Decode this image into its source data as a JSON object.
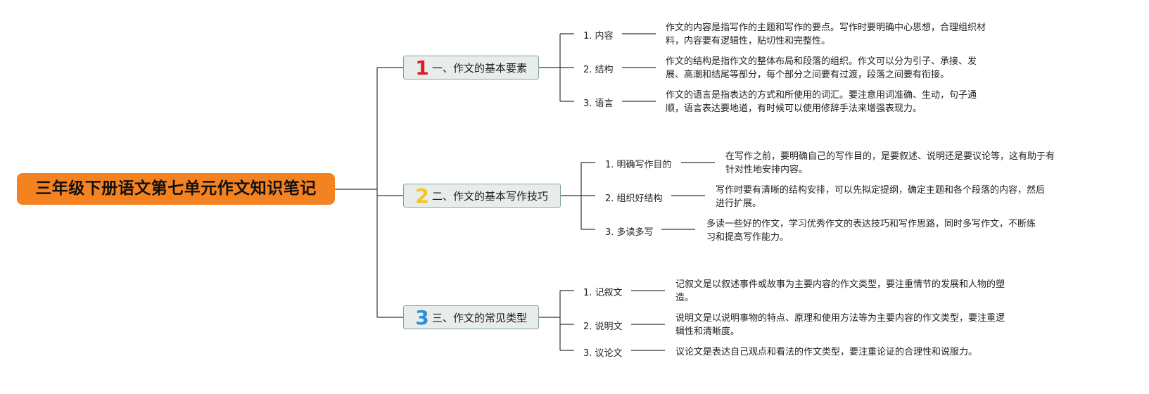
{
  "root": {
    "title": "三年级下册语文第七单元作文知识笔记",
    "color": "#f58220"
  },
  "branches": [
    {
      "num": "1",
      "num_color": "#e0192b",
      "label": "一、作文的基本要素",
      "items": [
        {
          "label": "1. 内容",
          "desc": "作文的内容是指写作的主题和写作的要点。写作时要明确中心思想，合理组织材料，内容要有逻辑性，贴切性和完整性。"
        },
        {
          "label": "2. 结构",
          "desc": "作文的结构是指作文的整体布局和段落的组织。作文可以分为引子、承接、发展、高潮和结尾等部分，每个部分之间要有过渡，段落之间要有衔接。"
        },
        {
          "label": "3. 语言",
          "desc": "作文的语言是指表达的方式和所使用的词汇。要注意用词准确、生动，句子通顺，语言表达要地道，有时候可以使用修辞手法来增强表现力。"
        }
      ]
    },
    {
      "num": "2",
      "num_color": "#f5c518",
      "label": "二、作文的基本写作技巧",
      "items": [
        {
          "label": "1. 明确写作目的",
          "desc": "在写作之前，要明确自己的写作目的，是要叙述、说明还是要议论等，这有助于有针对性地安排内容。"
        },
        {
          "label": "2. 组织好结构",
          "desc": "写作时要有清晰的结构安排，可以先拟定提纲，确定主题和各个段落的内容，然后进行扩展。"
        },
        {
          "label": "3. 多读多写",
          "desc": "多读一些好的作文，学习优秀作文的表达技巧和写作思路，同时多写作文，不断练习和提高写作能力。"
        }
      ]
    },
    {
      "num": "3",
      "num_color": "#2a8fd8",
      "label": "三、作文的常见类型",
      "items": [
        {
          "label": "1. 记叙文",
          "desc": "记叙文是以叙述事件或故事为主要内容的作文类型，要注重情节的发展和人物的塑造。"
        },
        {
          "label": "2. 说明文",
          "desc": "说明文是以说明事物的特点、原理和使用方法等为主要内容的作文类型，要注重逻辑性和清晰度。"
        },
        {
          "label": "3. 议论文",
          "desc": "议论文是表达自己观点和看法的作文类型，要注重论证的合理性和说服力。"
        }
      ]
    }
  ]
}
